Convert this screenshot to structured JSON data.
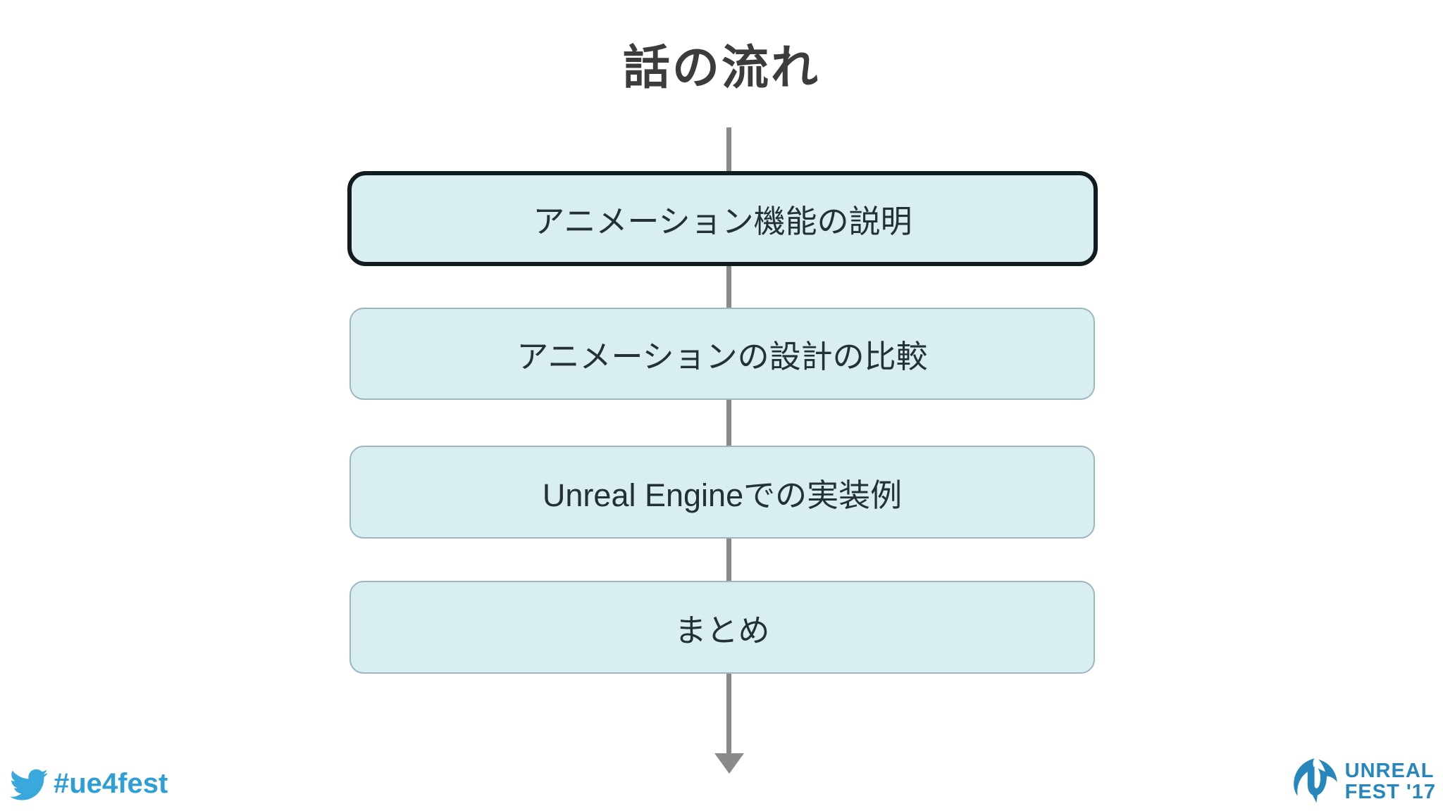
{
  "slide": {
    "title": "話の流れ"
  },
  "flow": {
    "steps": [
      {
        "label": "アニメーション機能の説明",
        "highlighted": true
      },
      {
        "label": "アニメーションの設計の比較",
        "highlighted": false
      },
      {
        "label": "Unreal Engineでの実装例",
        "highlighted": false
      },
      {
        "label": "まとめ",
        "highlighted": false
      }
    ],
    "arrow_direction": "down"
  },
  "footer": {
    "hashtag": "#ue4fest",
    "twitter_icon": "twitter-bird-icon",
    "logo": {
      "icon": "unreal-u-icon",
      "line1": "UNREAL",
      "line2": "FEST '17"
    }
  },
  "colors": {
    "background": "#ffffff",
    "box_fill": "#d8eef0",
    "box_border": "#9db6c0",
    "highlight_border": "#101c1f",
    "box_text": "#243038",
    "title_text": "#3c3c3c",
    "arrow": "#8a8a8a",
    "twitter_blue": "#2e9fd6",
    "unreal_blue": "#2787bc"
  }
}
